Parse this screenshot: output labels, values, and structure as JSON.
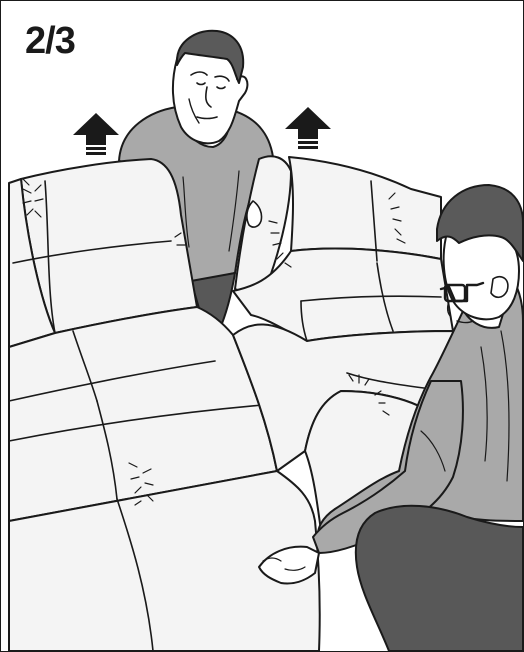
{
  "step": {
    "label": "2/3"
  },
  "illustration": {
    "arrows": [
      "lift-up-arrow",
      "lift-up-arrow"
    ],
    "colors": {
      "outline": "#1a1a1a",
      "sofa_fill": "#f4f4f4",
      "shirt_fill": "#a9a9a9",
      "trousers_fill": "#585858",
      "hair_fill": "#5a5a5a",
      "skin_fill": "#ffffff"
    }
  }
}
